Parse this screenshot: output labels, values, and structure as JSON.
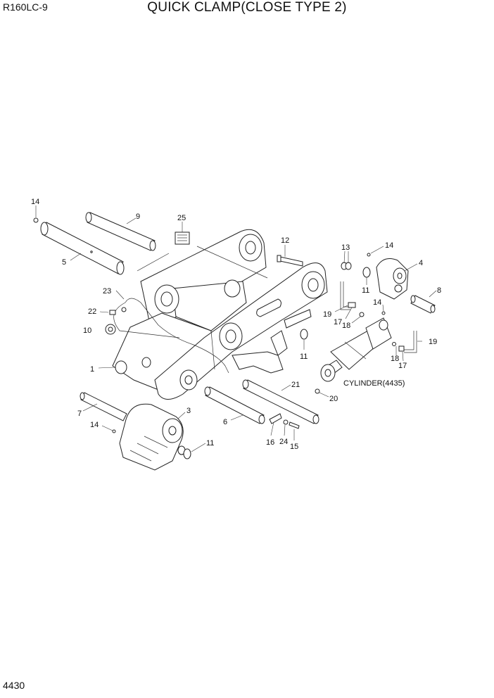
{
  "header": {
    "model": "R160LC-9",
    "title": "QUICK CLAMP(CLOSE TYPE 2)"
  },
  "footer": {
    "page_number": "4430"
  },
  "callouts": [
    {
      "id": "c14a",
      "text": "14"
    },
    {
      "id": "c9",
      "text": "9"
    },
    {
      "id": "c25",
      "text": "25"
    },
    {
      "id": "c5",
      "text": "5"
    },
    {
      "id": "c12",
      "text": "12"
    },
    {
      "id": "c13",
      "text": "13"
    },
    {
      "id": "c14b",
      "text": "14"
    },
    {
      "id": "c4",
      "text": "4"
    },
    {
      "id": "c23",
      "text": "23"
    },
    {
      "id": "c11a",
      "text": "11"
    },
    {
      "id": "c8",
      "text": "8"
    },
    {
      "id": "c22",
      "text": "22"
    },
    {
      "id": "c19a",
      "text": "19"
    },
    {
      "id": "c17a",
      "text": "17"
    },
    {
      "id": "c18a",
      "text": "18"
    },
    {
      "id": "c14c",
      "text": "14"
    },
    {
      "id": "c10",
      "text": "10"
    },
    {
      "id": "c19b",
      "text": "19"
    },
    {
      "id": "c11b",
      "text": "11"
    },
    {
      "id": "c18b",
      "text": "18"
    },
    {
      "id": "c17b",
      "text": "17"
    },
    {
      "id": "c1",
      "text": "1"
    },
    {
      "id": "c21",
      "text": "21"
    },
    {
      "id": "c20",
      "text": "20"
    },
    {
      "id": "c3",
      "text": "3"
    },
    {
      "id": "c7",
      "text": "7"
    },
    {
      "id": "c6",
      "text": "6"
    },
    {
      "id": "c14d",
      "text": "14"
    },
    {
      "id": "c11c",
      "text": "11"
    },
    {
      "id": "c16",
      "text": "16"
    },
    {
      "id": "c24",
      "text": "24"
    },
    {
      "id": "c15",
      "text": "15"
    }
  ],
  "cylinder_label": "CYLINDER(4435)"
}
